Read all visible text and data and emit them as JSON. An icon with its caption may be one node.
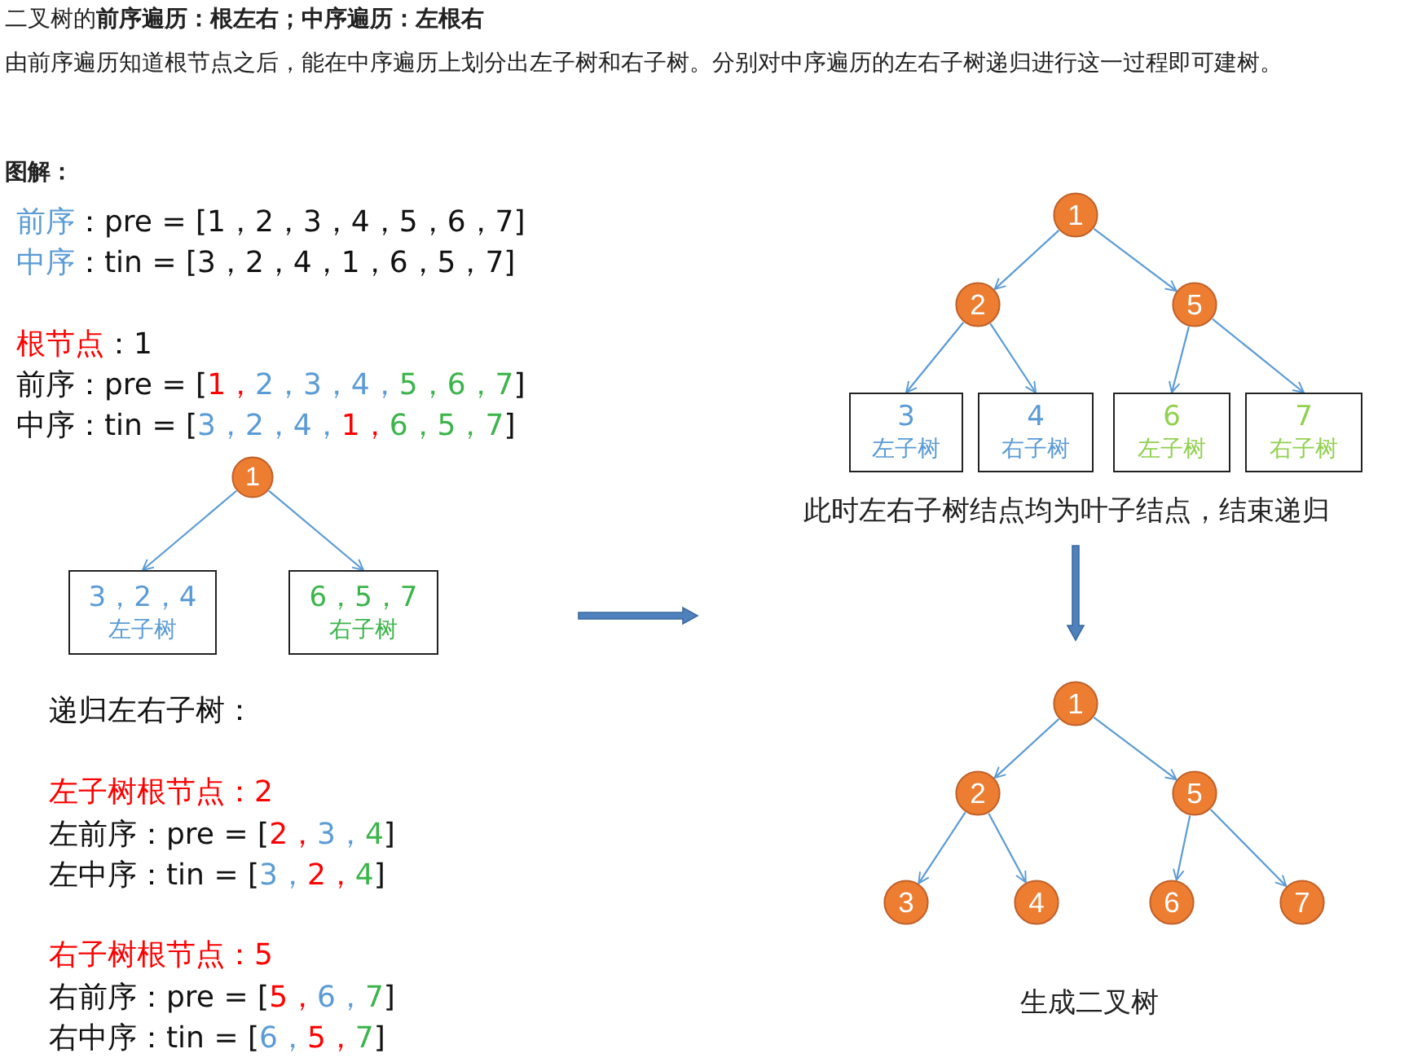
{
  "diagram": {
    "nodes": [
      {
        "text": [
          "1"
        ]
      },
      {
        "text": [
          "3，2，4",
          "左子树"
        ]
      },
      {
        "text": [
          "6，5，7",
          "右子树"
        ]
      },
      {
        "text": [
          "1"
        ]
      },
      {
        "text": [
          "2"
        ]
      },
      {
        "text": [
          "5"
        ]
      },
      {
        "text": [
          "3",
          "左子树"
        ]
      },
      {
        "text": [
          "4",
          "右子树"
        ]
      },
      {
        "text": [
          "6",
          "左子树"
        ]
      },
      {
        "text": [
          "7",
          "右子树"
        ]
      },
      {
        "text": [
          "1"
        ]
      },
      {
        "text": [
          "2"
        ]
      },
      {
        "text": [
          "5"
        ]
      },
      {
        "text": [
          "3"
        ]
      },
      {
        "text": [
          "4"
        ]
      },
      {
        "text": [
          "6"
        ]
      },
      {
        "text": [
          "7"
        ]
      }
    ],
    "edges": [
      {
        "from": 0,
        "to": 1,
        "arrow": "to"
      },
      {
        "from": 0,
        "to": 2,
        "arrow": "to"
      },
      {
        "from": 3,
        "to": 4,
        "arrow": "to"
      },
      {
        "from": 3,
        "to": 5,
        "arrow": "to"
      },
      {
        "from": 4,
        "to": 6,
        "arrow": "to"
      },
      {
        "from": 4,
        "to": 7,
        "arrow": "to"
      },
      {
        "from": 5,
        "to": 8,
        "arrow": "to"
      },
      {
        "from": 5,
        "to": 9,
        "arrow": "to"
      },
      {
        "from": 10,
        "to": 11,
        "arrow": "to"
      },
      {
        "from": 10,
        "to": 12,
        "arrow": "to"
      },
      {
        "from": 11,
        "to": 13,
        "arrow": "to"
      },
      {
        "from": 11,
        "to": 14,
        "arrow": "to"
      },
      {
        "from": 12,
        "to": 15,
        "arrow": "to"
      },
      {
        "from": 12,
        "to": 16,
        "arrow": "to"
      }
    ],
    "labels": [
      "二叉树的**前序遍历：根左右；中序遍历：左根右**",
      "由前序遍历知道根节点之后，能在中序遍历上划分出左子树和右子树。分别对中序遍历的左右子树递归进行这一过程即可建树。",
      "图解：",
      "前序",
      "：pre = [1，2，3，4，5，6，7]",
      "中序",
      "：tin = [3，2，4，1，6，5，7]",
      "根节点",
      "：1",
      "前序：pre = [",
      "1，",
      "2，3，4，",
      "5，6，7",
      "]",
      "中序：tin = [",
      "3，2，4，",
      "1，",
      "6，5，7",
      "]",
      "此时左右子树结点均为叶子结点，结束递归",
      "递归左右子树：",
      "左子树根节点：2",
      "左前序：pre = [",
      "2，",
      "3，",
      "4",
      "]",
      "左中序：tin = [",
      "3，",
      "2，",
      "4",
      "]",
      "右子树根节点：5",
      "右前序：pre = [",
      "5，",
      "6，",
      "7",
      "]",
      "右中序：tin = [",
      "6，",
      "5，",
      "7",
      "]",
      "生成二叉树"
    ]
  }
}
